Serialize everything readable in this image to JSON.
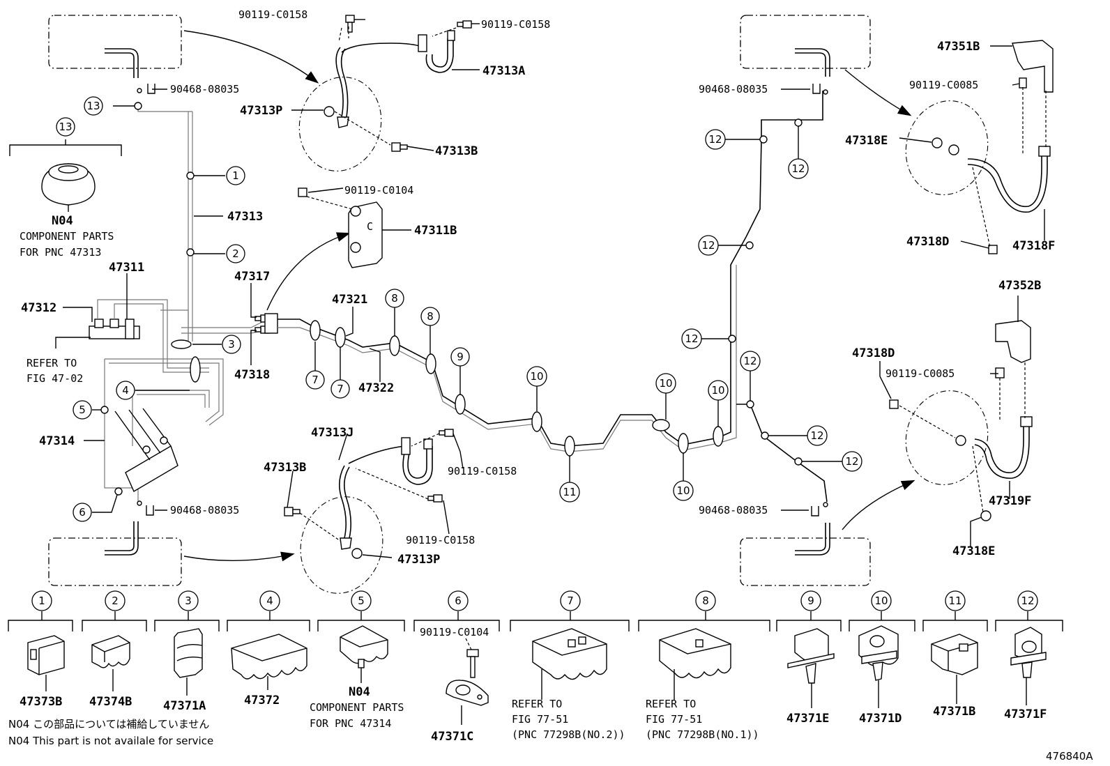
{
  "figure_id": "476840A",
  "labels": {
    "p90119_C0158_top_left": "90119-C0158",
    "p90119_C0158_top_right": "90119-C0158",
    "p47313A": "47313A",
    "p90468_08035_tl": "90468-08035",
    "p47313P_top": "47313P",
    "p47313B_top": "47313B",
    "p47313": "47313",
    "n04_top": "N04",
    "comp_parts_top": "COMPONENT PARTS",
    "for_pnc_47313": "FOR PNC 47313",
    "p47311": "47311",
    "p47312": "47312",
    "refer_to": "REFER TO",
    "fig_47_02": "FIG 47-02",
    "p47314": "47314",
    "p90119_C0104_top": "90119-C0104",
    "p47311B": "47311B",
    "p47317": "47317",
    "p47318": "47318",
    "p47321": "47321",
    "p47322": "47322",
    "p47313J": "47313J",
    "p47313B_bottom": "47313B",
    "p90119_C0158_mid1": "90119-C0158",
    "p90119_C0158_mid2": "90119-C0158",
    "p47313P_bottom": "47313P",
    "p90468_08035_bl": "90468-08035",
    "p90468_08035_tr": "90468-08035",
    "p90468_08035_br": "90468-08035",
    "p47351B": "47351B",
    "p90119_C0085_top": "90119-C0085",
    "p47318E_top": "47318E",
    "p47318D_top": "47318D",
    "p47318F": "47318F",
    "p47352B": "47352B",
    "p47318D_mid": "47318D",
    "p90119_C0085_mid": "90119-C0085",
    "p47319F": "47319F",
    "p47318E_bottom": "47318E"
  },
  "callouts": {
    "c1": "1",
    "c2": "2",
    "c3": "3",
    "c4": "4",
    "c5": "5",
    "c6": "6",
    "c7": "7",
    "c8": "8",
    "c9": "9",
    "c10": "10",
    "c11": "11",
    "c12": "12",
    "c13": "13"
  },
  "legend": [
    {
      "num": "1",
      "part": "47373B"
    },
    {
      "num": "2",
      "part": "47374B"
    },
    {
      "num": "3",
      "part": "47371A"
    },
    {
      "num": "4",
      "part": "47372"
    },
    {
      "num": "5",
      "part": "N04",
      "sub1": "COMPONENT PARTS",
      "sub2": "FOR PNC 47314"
    },
    {
      "num": "6",
      "part": "47371C",
      "bolt": "90119-C0104"
    },
    {
      "num": "7",
      "part": "REFER TO",
      "sub1": "FIG 77-51",
      "sub2": "(PNC 77298B(NO.2))"
    },
    {
      "num": "8",
      "part": "REFER TO",
      "sub1": "FIG 77-51",
      "sub2": "(PNC 77298B(NO.1))"
    },
    {
      "num": "9",
      "part": "47371E"
    },
    {
      "num": "10",
      "part": "47371D"
    },
    {
      "num": "11",
      "part": "47371B"
    },
    {
      "num": "12",
      "part": "47371F"
    }
  ],
  "notes": {
    "jp": "N04 この部品については補給していません",
    "en": "N04  This part is not availale for service"
  }
}
